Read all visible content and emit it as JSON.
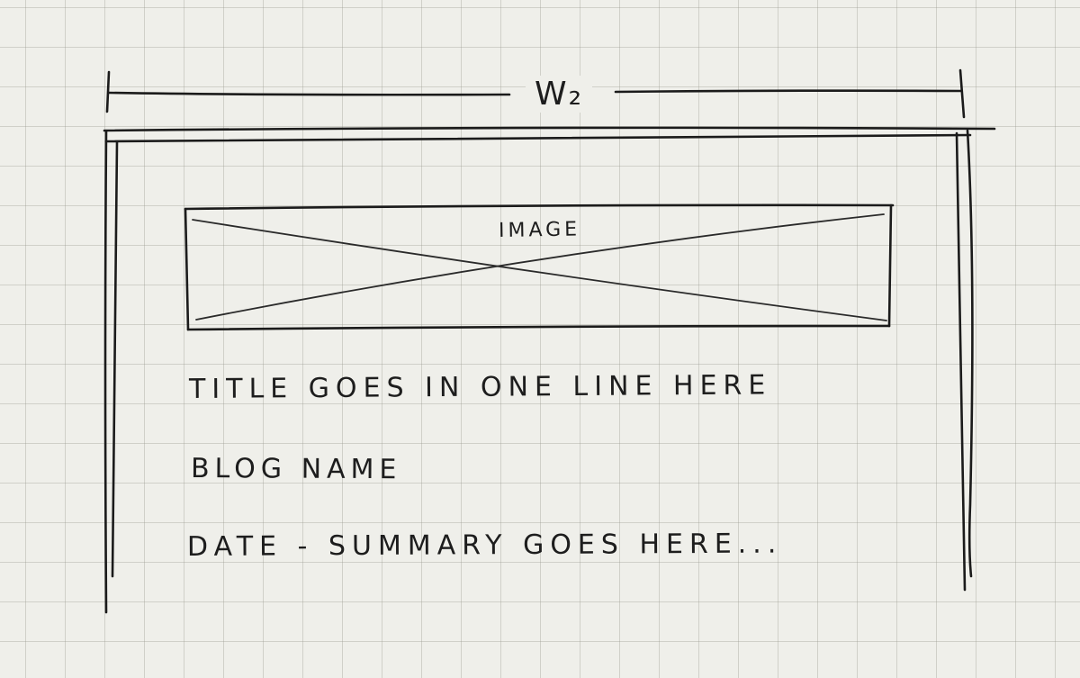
{
  "wireframe": {
    "width_label": "W₂",
    "image_placeholder": {
      "label": "IMAGE"
    },
    "title_text": "TITLE GOES IN ONE LINE HERE",
    "blog_name_text": "BLOG NAME",
    "date_summary_text": "DATE - SUMMARY GOES HERE..."
  },
  "colors": {
    "ink": "#1b1b1b",
    "paper": "#efefea",
    "grid": "#a3a39b"
  }
}
